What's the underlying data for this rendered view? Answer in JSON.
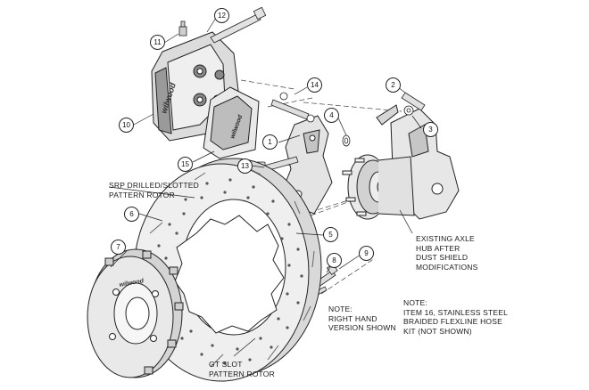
{
  "callouts": {
    "c1": "1",
    "c2": "2",
    "c3": "3",
    "c4": "4",
    "c5": "5",
    "c6": "6",
    "c7": "7",
    "c8": "8",
    "c9": "9",
    "c10": "10",
    "c11": "11",
    "c12": "12",
    "c13": "13",
    "c14": "14",
    "c15": "15"
  },
  "labels": {
    "srp_rotor": [
      "SRP DRILLED/SLOTTED",
      "PATTERN ROTOR"
    ],
    "gt_rotor": [
      "GT SLOT",
      "PATTERN ROTOR"
    ],
    "existing_hub": [
      "EXISTING AXLE",
      "HUB AFTER",
      "DUST SHIELD",
      "MODIFICATIONS"
    ],
    "note_right_hand": [
      "NOTE:",
      "RIGHT HAND",
      "VERSION SHOWN"
    ],
    "note_item16": [
      "NOTE:",
      "ITEM 16, STAINLESS STEEL",
      "BRAIDED FLEXLINE HOSE",
      "KIT (NOT SHOWN)"
    ]
  },
  "logos": {
    "caliper": "wilwood",
    "pad": "wilwood",
    "hat": "wilwood"
  },
  "colors": {
    "line": "#222222",
    "part_fill": "#eeeeee",
    "shade": "#bfbfbf",
    "dark": "#555555"
  }
}
